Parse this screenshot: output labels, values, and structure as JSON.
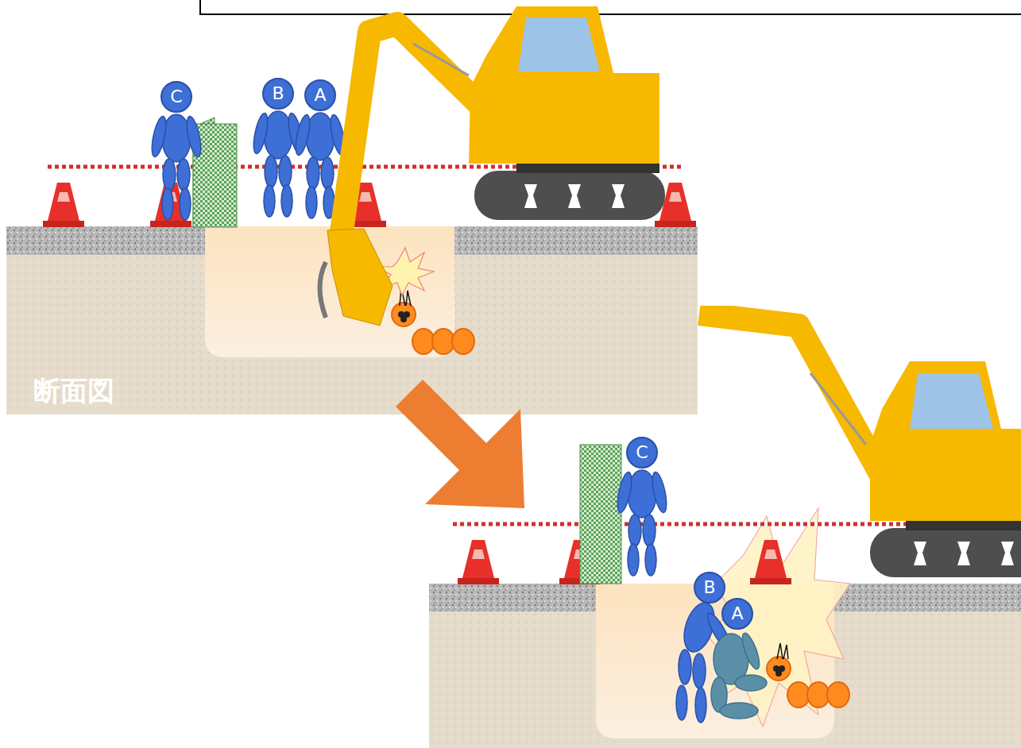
{
  "diagram": {
    "nodes": [
      {
        "text": [
          "C"
        ]
      },
      {
        "text": [
          "B"
        ]
      },
      {
        "text": [
          "A"
        ]
      },
      {
        "text": [
          "C"
        ]
      },
      {
        "text": [
          "B"
        ]
      },
      {
        "text": [
          "A"
        ]
      }
    ],
    "labels": [
      "断面図"
    ]
  }
}
